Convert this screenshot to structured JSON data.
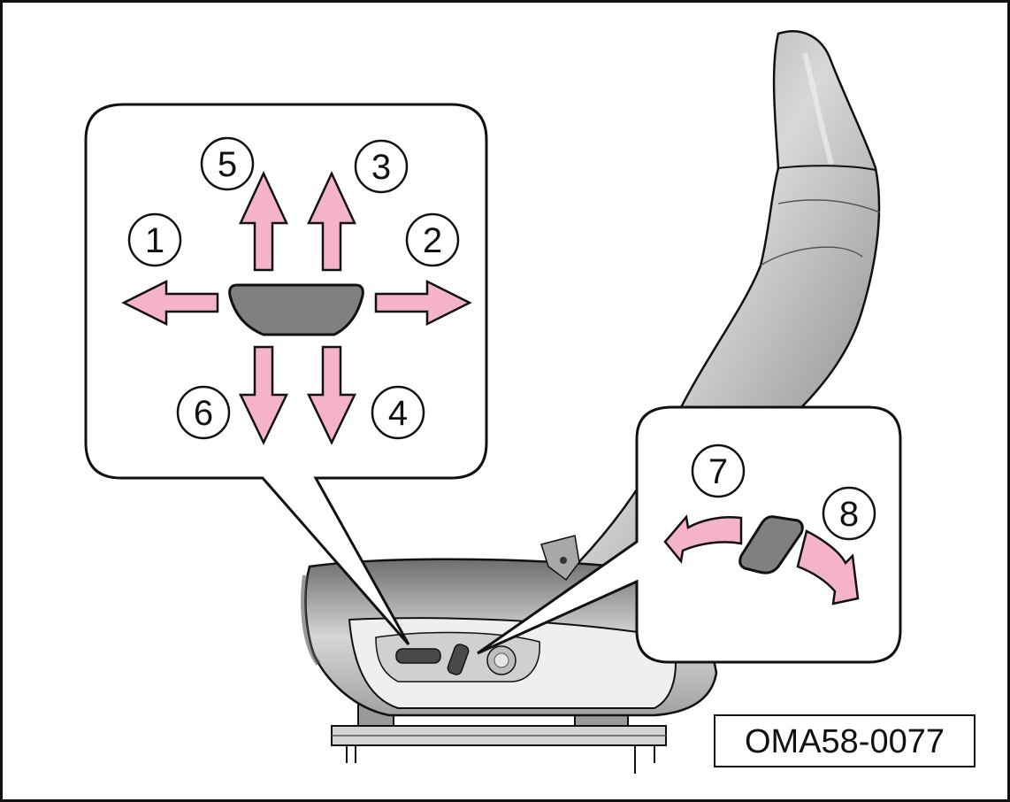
{
  "figure": {
    "code": "OMA58-0077",
    "callouts": {
      "c1": "1",
      "c2": "2",
      "c3": "3",
      "c4": "4",
      "c5": "5",
      "c6": "6",
      "c7": "7",
      "c8": "8"
    },
    "colors": {
      "arrow_fill": "#f5b3ca",
      "outline": "#111111",
      "seat_fill": "#c4c4c4",
      "seat_dark": "#6a6a6a",
      "switch_fill": "#808080"
    },
    "icons": [
      "seat-illustration",
      "horizontal-seat-switch",
      "recline-switch",
      "arrow-icon"
    ]
  }
}
